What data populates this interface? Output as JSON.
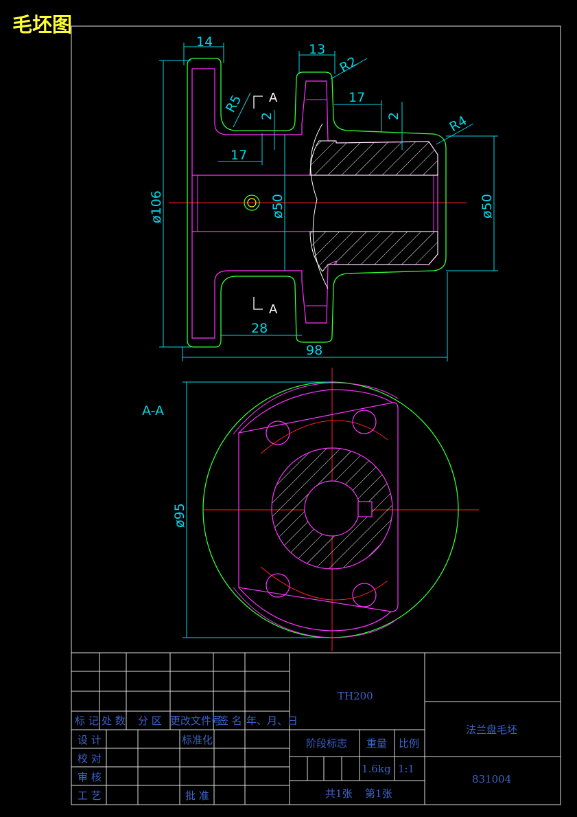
{
  "header": {
    "title": "毛坯图"
  },
  "dimensions": {
    "d14": "14",
    "d13": "13",
    "r2": "R2",
    "r5": "R5",
    "a_top": "A",
    "d2_left": "2",
    "d17_right": "17",
    "d2_right": "2",
    "r4": "R4",
    "d17_left": "17",
    "d106": "ø106",
    "d50_mid": "ø50",
    "d50_right": "ø50",
    "a_bottom": "A",
    "d28": "28",
    "d98": "98"
  },
  "section": {
    "label": "A-A",
    "d95": "ø95"
  },
  "title_block": {
    "part_code": "TH200",
    "part_name": "法兰盘毛坯",
    "drawing_no": "831004",
    "headers": {
      "mark": "标 记",
      "count": "处 数",
      "zone": "分 区",
      "doc": "更改文件号",
      "sign": "签 名",
      "date": "年、月、日"
    },
    "design": "设 计",
    "standardize": "标准化",
    "check": "校 对",
    "review": "审 核",
    "process": "工 艺",
    "approve": "批 准",
    "stage": "阶段标志",
    "weight_label": "重量",
    "scale_label": "比例",
    "weight": "1.6kg",
    "scale": "1:1",
    "total_sheets": "共1张",
    "sheet_no": "第1张"
  }
}
